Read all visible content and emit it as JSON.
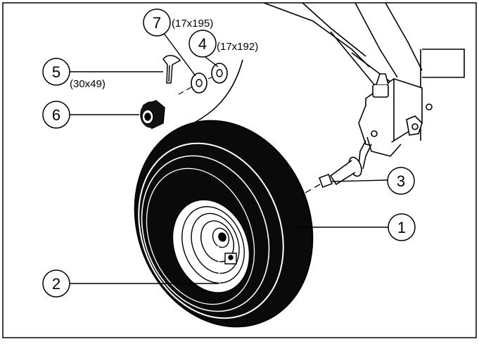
{
  "diagram": {
    "callouts": [
      {
        "id": "1",
        "number": "1",
        "part": "wheel-tire"
      },
      {
        "id": "2",
        "number": "2",
        "part": "wheel-rim-hub"
      },
      {
        "id": "3",
        "number": "3",
        "part": "axle-bolt"
      },
      {
        "id": "4",
        "number": "4",
        "part": "washer-outer",
        "dimension": "(17x192)"
      },
      {
        "id": "5",
        "number": "5",
        "part": "cotter-pin",
        "dimension": "(30x49)"
      },
      {
        "id": "6",
        "number": "6",
        "part": "castle-nut"
      },
      {
        "id": "7",
        "number": "7",
        "part": "washer-inner",
        "dimension": "(17x195)"
      }
    ],
    "colors": {
      "ink": "#000000",
      "paper": "#ffffff",
      "tire": "#0a0a0a"
    }
  }
}
